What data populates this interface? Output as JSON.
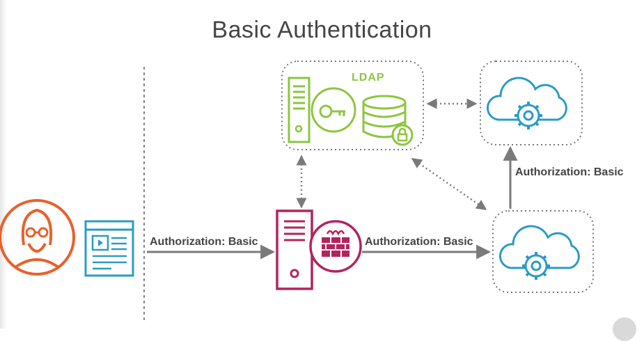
{
  "title": "Basic Authentication",
  "ldap_label": "LDAP",
  "edges": {
    "client_to_gateway": "Authorization: Basic",
    "gateway_to_service": "Authorization: Basic",
    "service_to_service": "Authorization: Basic"
  },
  "icons": {
    "user": "user-avatar-icon",
    "browser": "browser-window-icon",
    "gateway": "server-firewall-icon",
    "ldap_server": "server-key-icon",
    "ldap_db": "locked-database-icon",
    "cloud_top": "cloud-gear-icon",
    "cloud_bottom": "cloud-gear-icon"
  },
  "colors": {
    "user": "#e8612c",
    "browser": "#2b9bc4",
    "gateway": "#b3245e",
    "ldap": "#8cc63f",
    "cloud": "#2b9bc4",
    "arrow": "#7a7a7a"
  }
}
